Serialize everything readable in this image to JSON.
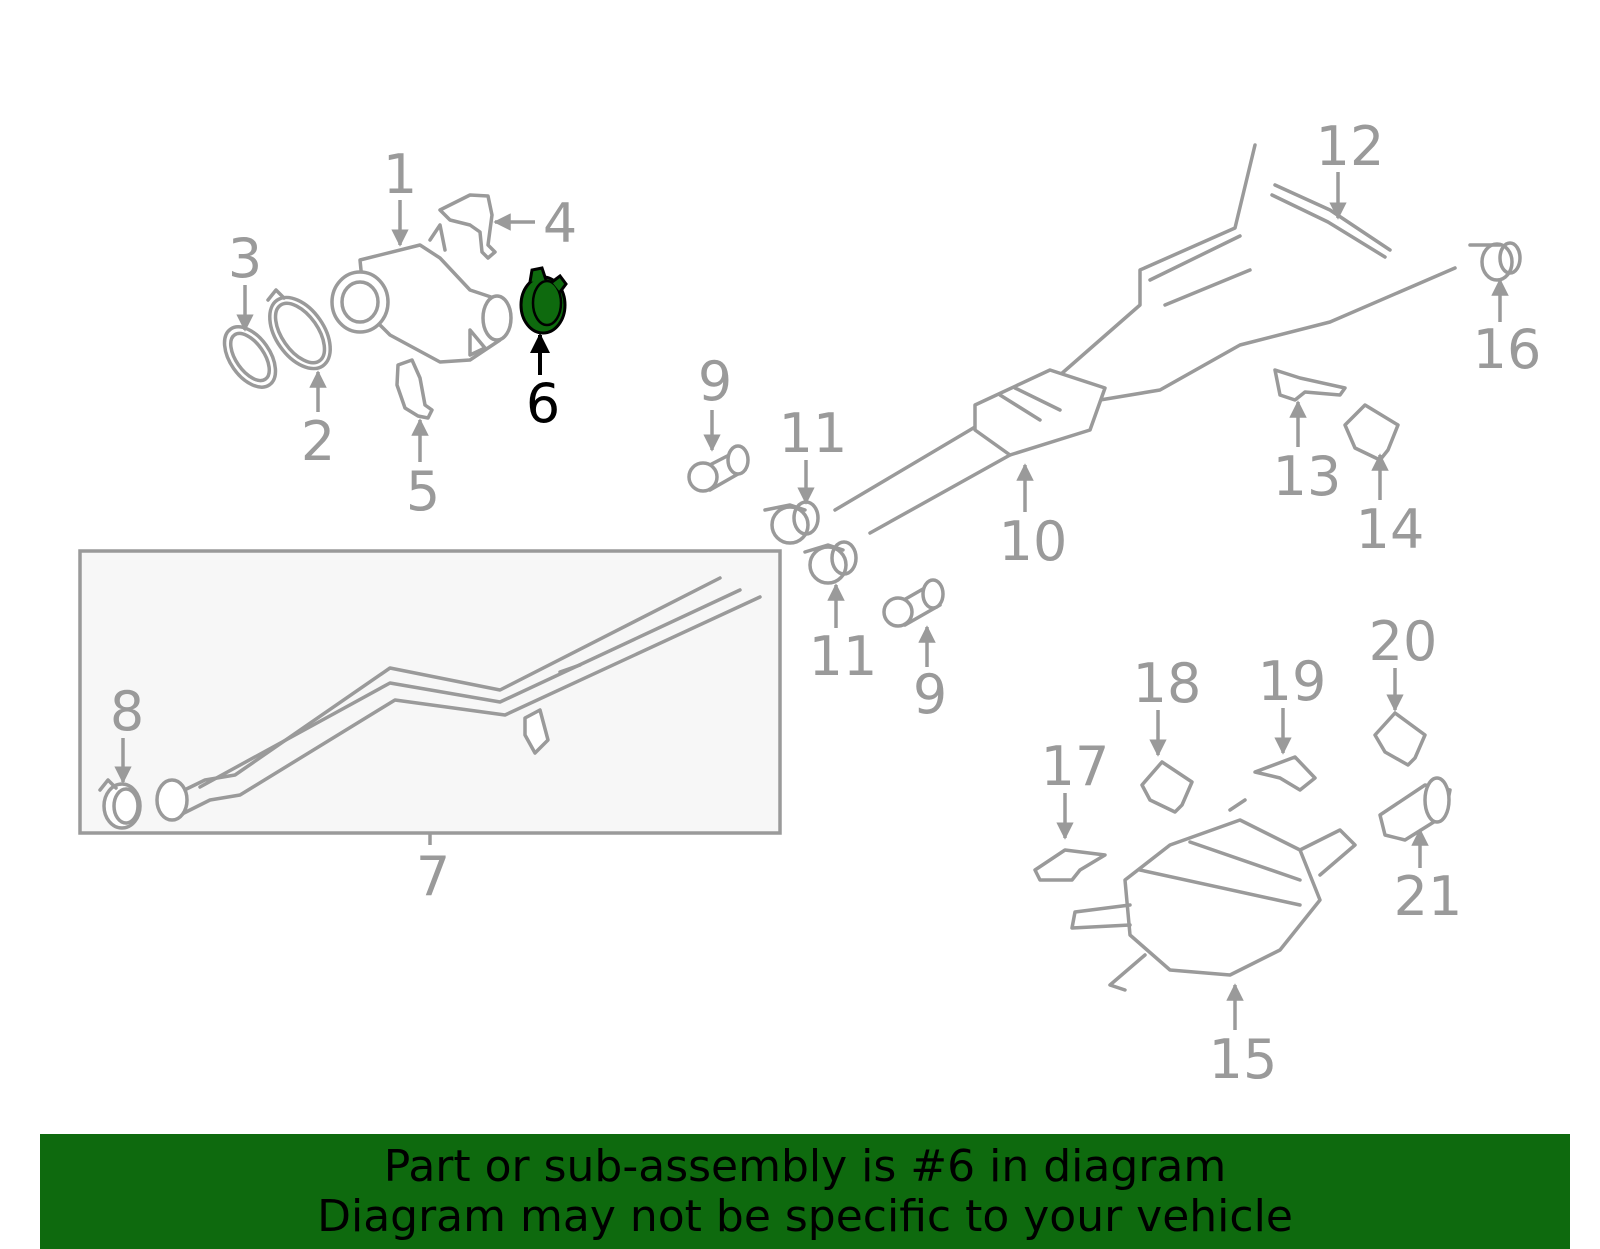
{
  "diagram": {
    "highlight_color": "#0e6a0e",
    "line_color": "#9a9a9a",
    "highlighted_part": "6",
    "callouts": [
      "1",
      "2",
      "3",
      "4",
      "5",
      "6",
      "7",
      "8",
      "9",
      "9",
      "10",
      "11",
      "11",
      "12",
      "13",
      "14",
      "15",
      "16",
      "17",
      "18",
      "19",
      "20",
      "21"
    ]
  },
  "banner": {
    "line1": "Part or sub-assembly is #6 in diagram",
    "line2": "Diagram may not be specific to your vehicle"
  }
}
